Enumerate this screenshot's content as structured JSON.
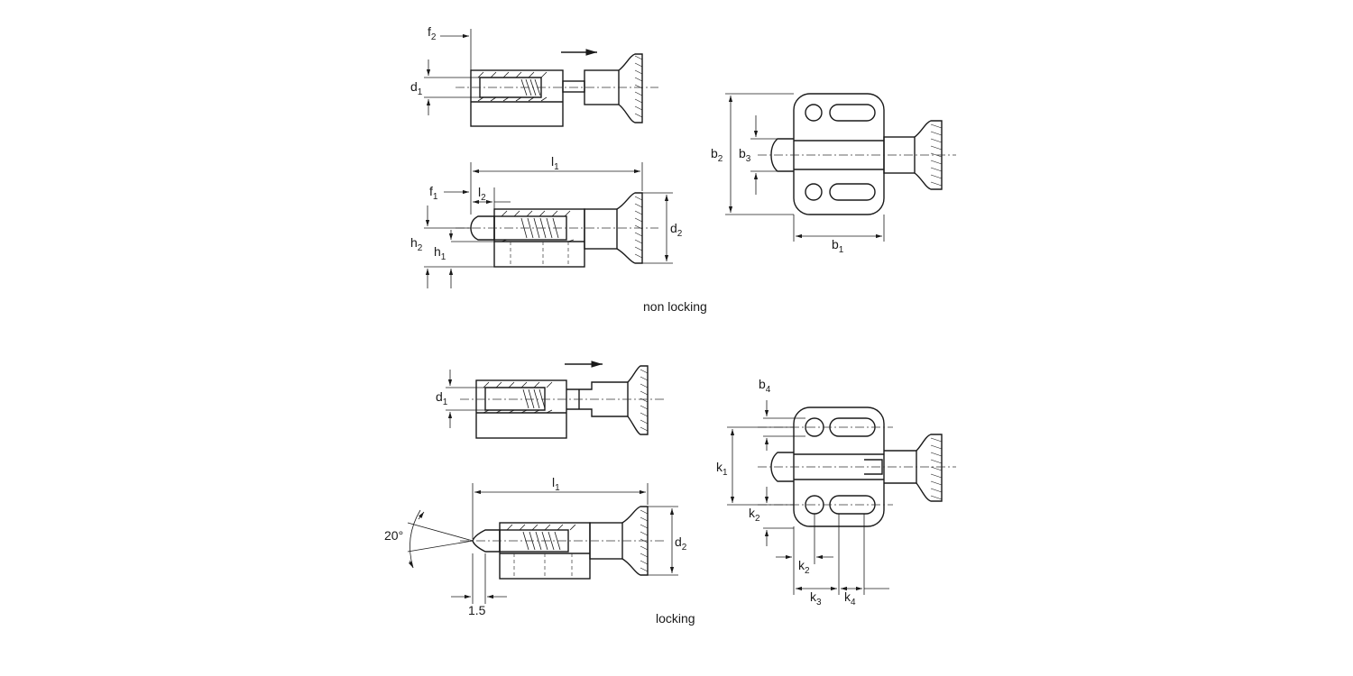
{
  "captions": {
    "non_locking": "non locking",
    "locking": "locking"
  },
  "dimensions": {
    "f2": {
      "base": "f",
      "sub": "2"
    },
    "d1_a": {
      "base": "d",
      "sub": "1"
    },
    "l1_a": {
      "base": "l",
      "sub": "1"
    },
    "f1": {
      "base": "f",
      "sub": "1"
    },
    "l2": {
      "base": "l",
      "sub": "2"
    },
    "d2_a": {
      "base": "d",
      "sub": "2"
    },
    "h2": {
      "base": "h",
      "sub": "2"
    },
    "h1": {
      "base": "h",
      "sub": "1"
    },
    "b2": {
      "base": "b",
      "sub": "2"
    },
    "b3": {
      "base": "b",
      "sub": "3"
    },
    "b1": {
      "base": "b",
      "sub": "1"
    },
    "d1_b": {
      "base": "d",
      "sub": "1"
    },
    "l1_b": {
      "base": "l",
      "sub": "1"
    },
    "d2_b": {
      "base": "d",
      "sub": "2"
    },
    "b4": {
      "base": "b",
      "sub": "4"
    },
    "k1": {
      "base": "k",
      "sub": "1"
    },
    "k2_v": {
      "base": "k",
      "sub": "2"
    },
    "k2_h": {
      "base": "k",
      "sub": "2"
    },
    "k3": {
      "base": "k",
      "sub": "3"
    },
    "k4": {
      "base": "k",
      "sub": "4"
    }
  },
  "values": {
    "angle": "20°",
    "offset": "1.5"
  }
}
